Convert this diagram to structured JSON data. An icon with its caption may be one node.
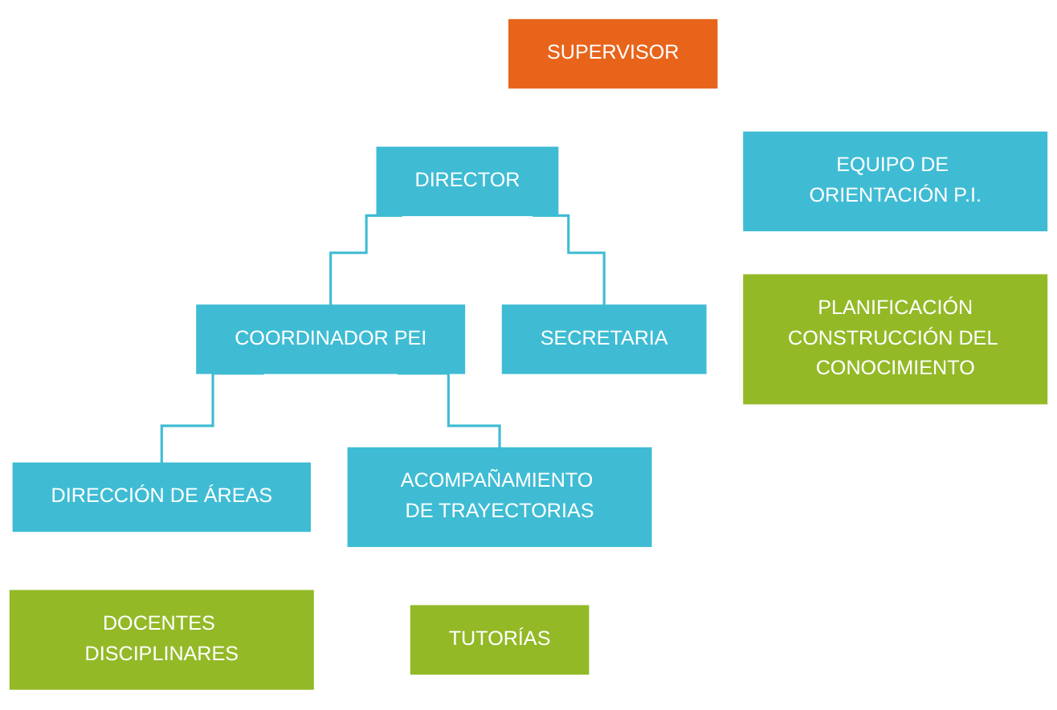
{
  "diagram": {
    "nodes": [
      {
        "text": [
          "SUPERVISOR"
        ]
      },
      {
        "text": [
          "DIRECTOR"
        ]
      },
      {
        "text": [
          "COORDINADOR PEI"
        ]
      },
      {
        "text": [
          "SECRETARIA"
        ]
      },
      {
        "text": [
          "DIRECCIÓN DE ÁREAS"
        ]
      },
      {
        "text": [
          "DOCENTES DISCIPLINARES"
        ]
      },
      {
        "text": [
          "ACOMPAÑAMIENTO DE TRAYECTORIAS"
        ]
      },
      {
        "text": [
          "TUTORÍAS"
        ]
      },
      {
        "text": [
          "EQUIPO DE ORIENTACIÓN P.I."
        ]
      },
      {
        "text": [
          "PLANIFICACIÓN",
          "CONSTRUCCIÓN DEL CONOCIMIENTO"
        ]
      }
    ],
    "edges": [
      {
        "from": 1,
        "to": 2,
        "arrow": "none"
      },
      {
        "from": 1,
        "to": 3,
        "arrow": "none"
      },
      {
        "from": 2,
        "to": 4,
        "arrow": "none"
      },
      {
        "from": 2,
        "to": 6,
        "arrow": "none"
      }
    ]
  }
}
